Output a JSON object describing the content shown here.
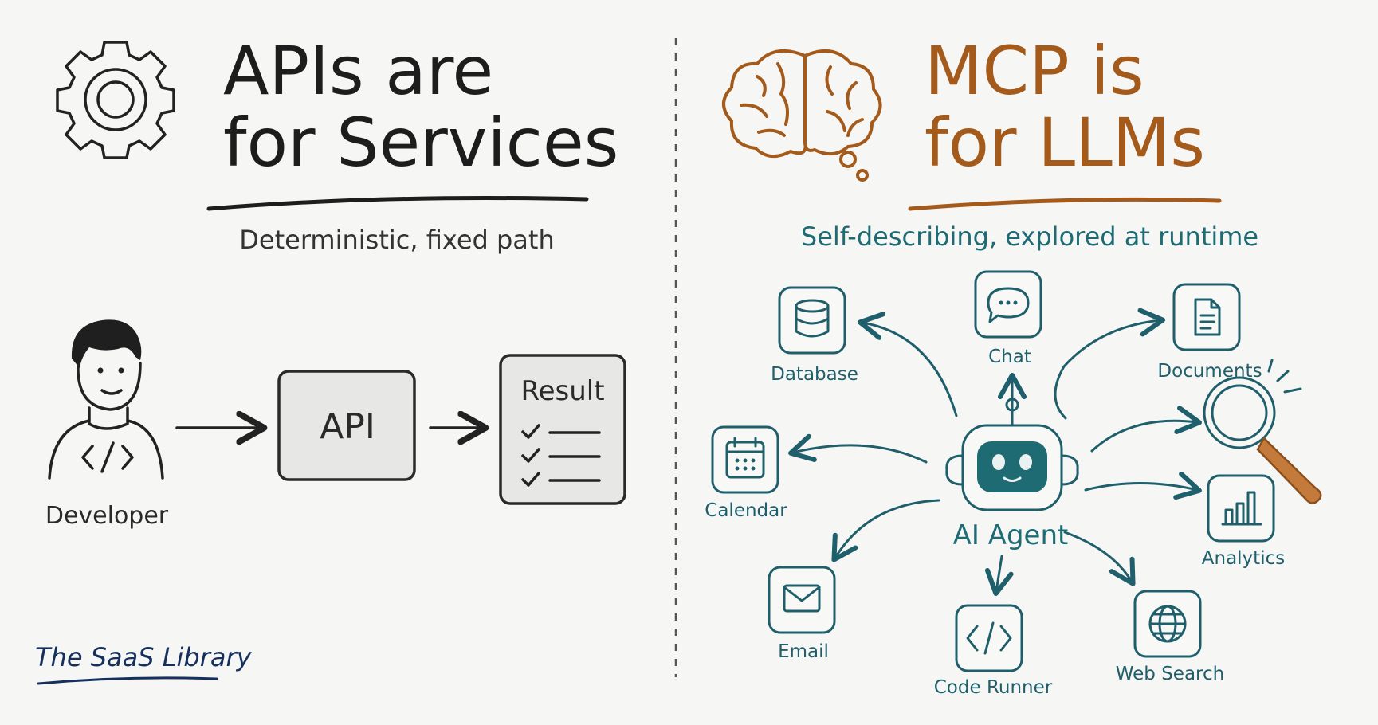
{
  "left": {
    "title_line1": "APIs are",
    "title_line2": "for Services",
    "subtitle": "Deterministic, fixed path",
    "developer_label": "Developer",
    "api_label": "API",
    "result_label": "Result",
    "icon": "gear-icon"
  },
  "right": {
    "title_line1": "MCP is",
    "title_line2": "for LLMs",
    "subtitle": "Self-describing, explored at runtime",
    "agent_label": "AI Agent",
    "icon": "brain-icon",
    "tools": {
      "database": "Database",
      "chat": "Chat",
      "documents": "Documents",
      "calendar": "Calendar",
      "email": "Email",
      "code_runner": "Code Runner",
      "web_search": "Web Search",
      "analytics": "Analytics"
    }
  },
  "brand": "The SaaS Library",
  "colors": {
    "ink": "#222222",
    "accent_brown": "#a45a1b",
    "accent_teal": "#1f6b74",
    "brand_navy": "#16305e",
    "background": "#f6f6f4"
  }
}
